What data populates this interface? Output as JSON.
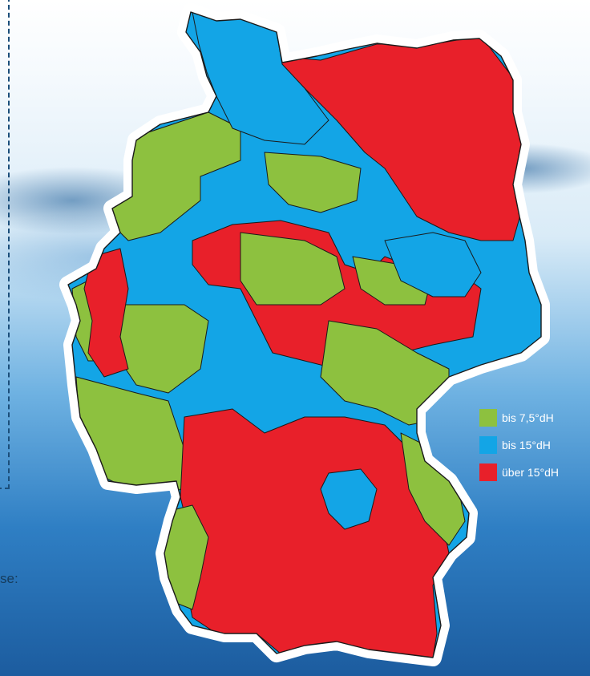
{
  "side_text": "se:",
  "legend": [
    {
      "label": "bis 7,5°dH",
      "color": "#8dc13f"
    },
    {
      "label": "bis 15°dH",
      "color": "#13a5e6"
    },
    {
      "label": "über 15°dH",
      "color": "#e8202a"
    }
  ],
  "colors": {
    "soft": "#8dc13f",
    "medium": "#13a5e6",
    "hard": "#e8202a",
    "outline": "#1a1a1a",
    "halo": "#ffffff"
  }
}
